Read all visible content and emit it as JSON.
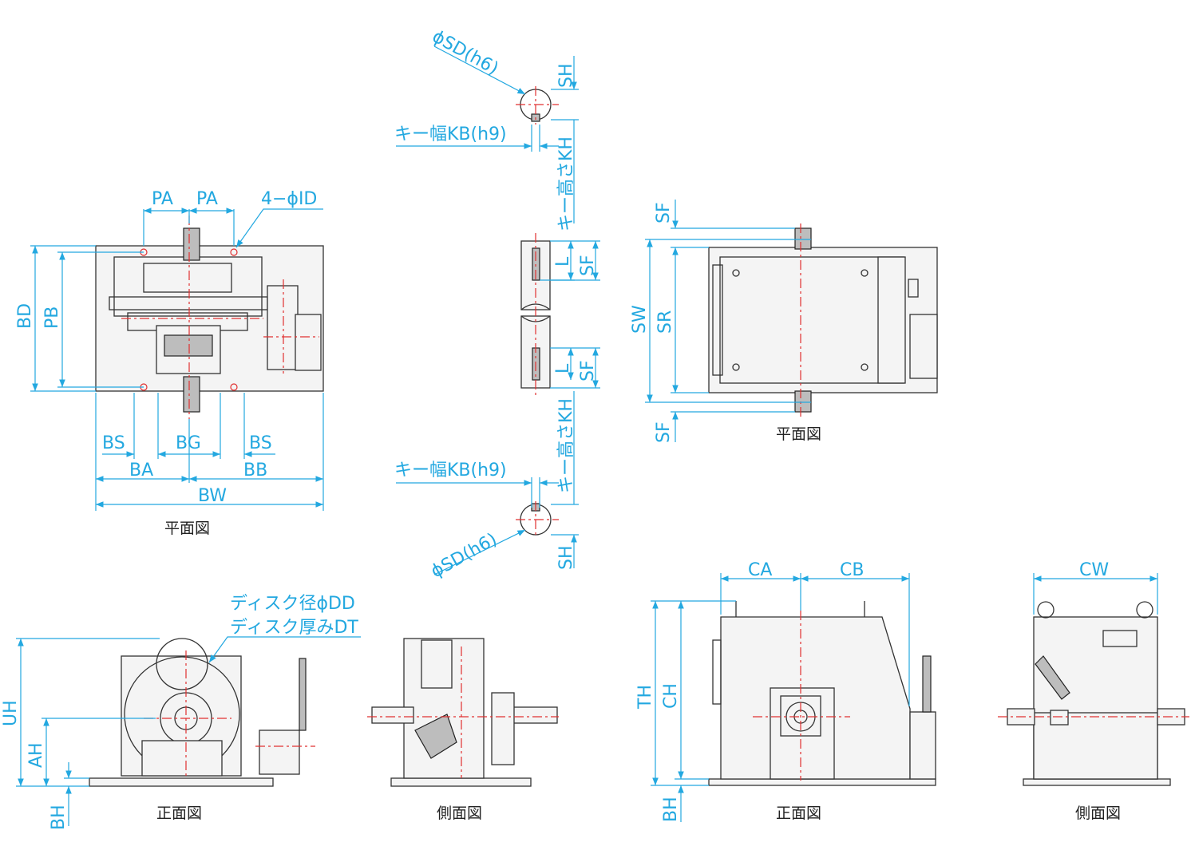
{
  "view_captions": {
    "top_left": "平面図",
    "top_right": "平面図",
    "front_left": "正面図",
    "side_left": "側面図",
    "front_right": "正面図",
    "side_right": "側面図"
  },
  "dimensions": {
    "PA": "PA",
    "ID": "4−ϕID",
    "BD": "BD",
    "PB": "PB",
    "BS": "BS",
    "BG": "BG",
    "BA": "BA",
    "BB": "BB",
    "BW": "BW",
    "SD": "ϕSD(h6)",
    "SH": "SH",
    "KB": "キー幅KB(h9)",
    "KH": "キー高さKH",
    "L": "L",
    "SF": "SF",
    "SW": "SW",
    "SR": "SR",
    "DD": "ディスク径ϕDD",
    "DT": "ディスク厚みDT",
    "UH": "UH",
    "AH": "AH",
    "BH": "BH",
    "CA": "CA",
    "CB": "CB",
    "CW": "CW",
    "TH": "TH",
    "CH": "CH"
  },
  "colors": {
    "dimension": "#23a8e0",
    "centerline": "#e03030",
    "outline": "#333333"
  }
}
